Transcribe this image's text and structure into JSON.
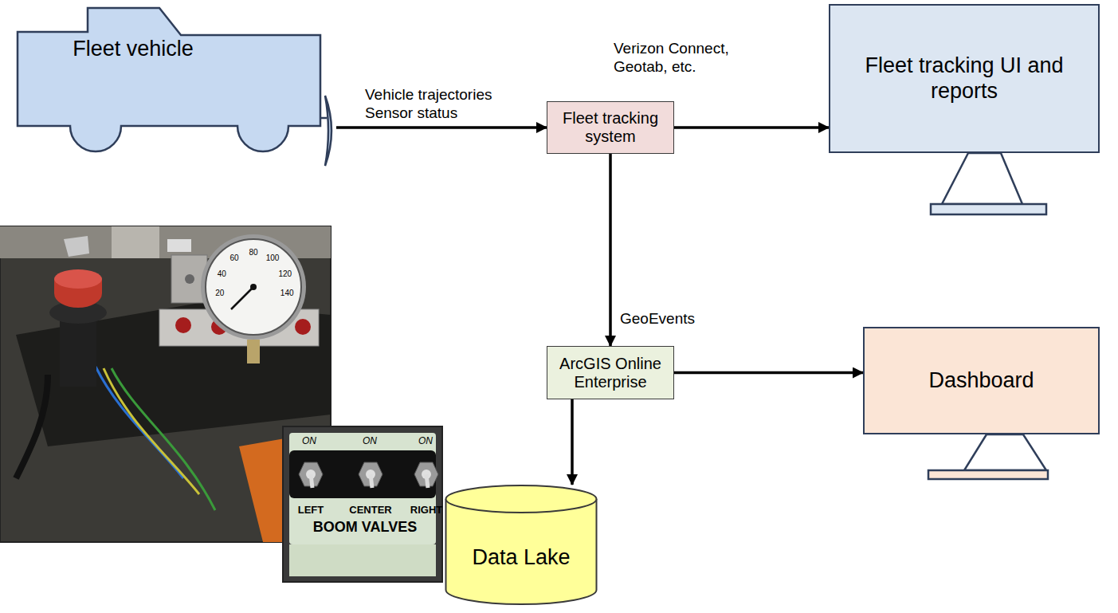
{
  "diagram": {
    "nodes": [
      {
        "text": [
          "Fleet vehicle"
        ]
      },
      {
        "text": [
          "Fleet tracking system"
        ]
      },
      {
        "text": [
          "Fleet tracking UI and reports"
        ]
      },
      {
        "text": [
          "ArcGIS Online Enterprise"
        ]
      },
      {
        "text": [
          "Dashboard"
        ]
      },
      {
        "text": [
          "Data Lake"
        ]
      }
    ],
    "edges": [
      {
        "from": 0,
        "to": 1,
        "arrow": "to",
        "label": "Vehicle trajectories Sensor status"
      },
      {
        "from": 1,
        "to": 2,
        "arrow": "to"
      },
      {
        "from": 1,
        "to": 3,
        "arrow": "to",
        "label": "GeoEvents"
      },
      {
        "from": 3,
        "to": 4,
        "arrow": "to"
      },
      {
        "from": 3,
        "to": 5,
        "arrow": "to"
      }
    ],
    "labels": [
      "Verizon Connect, Geotab, etc.",
      "ON",
      "ON",
      "ON",
      "LEFT",
      "CENTER",
      "RIGHT",
      "BOOM VALVES",
      "20",
      "40",
      "60",
      "80",
      "100",
      "120",
      "140"
    ]
  }
}
